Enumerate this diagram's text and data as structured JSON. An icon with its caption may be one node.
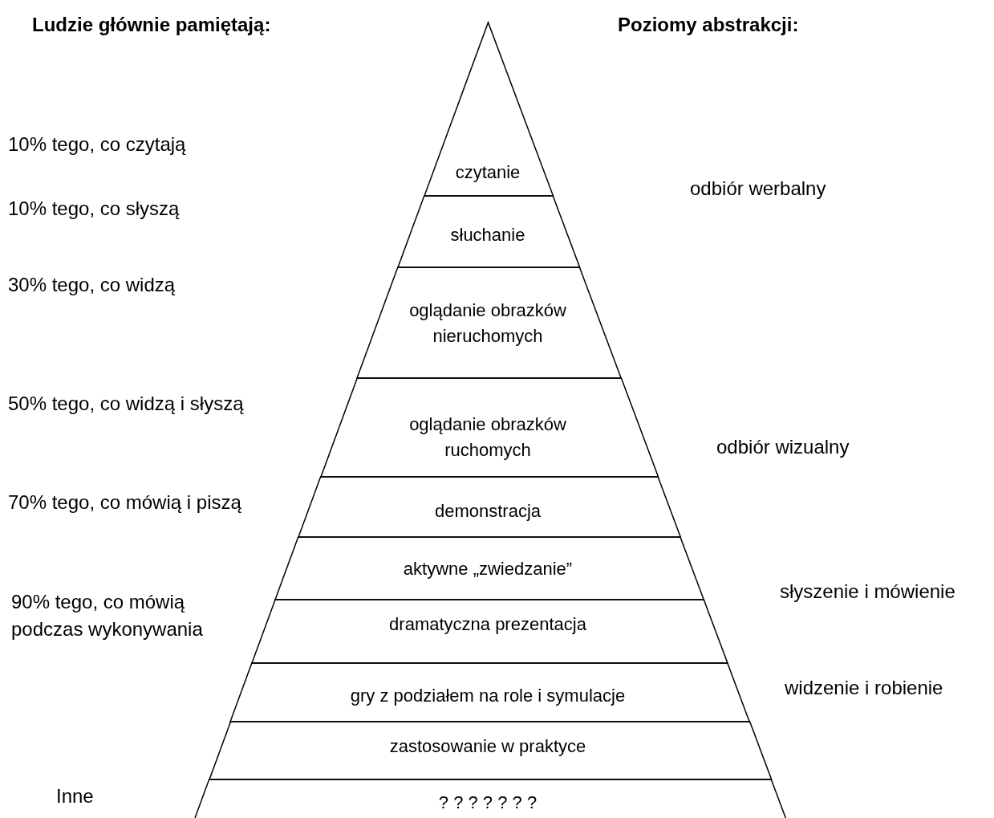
{
  "diagram": {
    "nodes": [
      {
        "text": [
          "czytanie"
        ]
      },
      {
        "text": [
          "słuchanie"
        ]
      },
      {
        "text": [
          "oglądanie obrazków nieruchomych"
        ]
      },
      {
        "text": [
          "oglądanie obrazków ruchomych"
        ]
      },
      {
        "text": [
          "demonstracja"
        ]
      },
      {
        "text": [
          "aktywne „zwiedzanie”"
        ]
      },
      {
        "text": [
          "dramatyczna prezentacja"
        ]
      },
      {
        "text": [
          "gry z podziałem na role i symulacje"
        ]
      },
      {
        "text": [
          "zastosowanie w praktyce"
        ]
      },
      {
        "text": [
          "? ? ? ? ? ? ?"
        ]
      }
    ],
    "edges": [],
    "labels": [
      "Ludzie głównie pamiętają:",
      "Poziomy abstrakcji:",
      "10% tego, co czytają",
      "odbiór werbalny",
      "10% tego, co słyszą",
      "30% tego, co widzą",
      "50% tego, co widzą i słyszą",
      "odbiór wizualny",
      "70% tego, co mówią i piszą",
      "słyszenie i mówienie",
      "90% tego, co mówią podczas wykonywania",
      "widzenie i robienie",
      "Inne"
    ]
  }
}
